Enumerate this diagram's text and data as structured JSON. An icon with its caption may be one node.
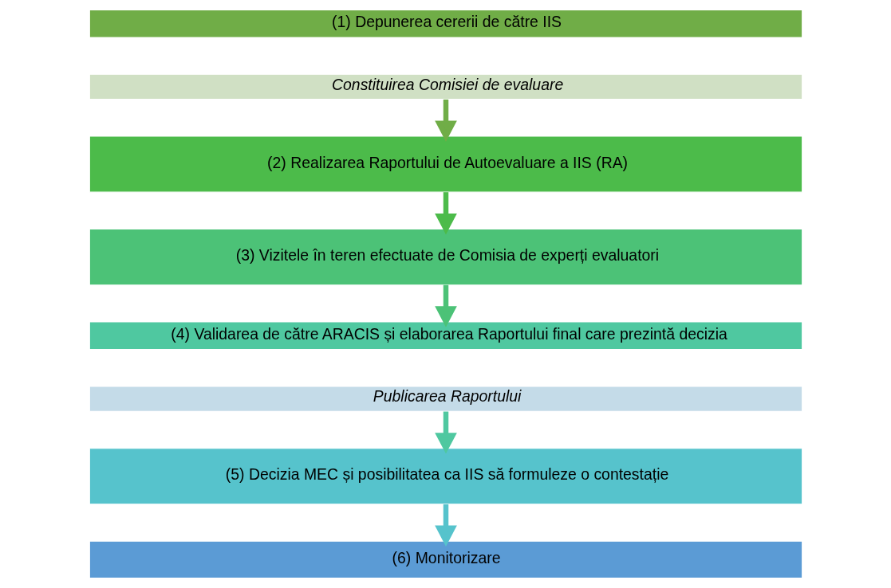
{
  "diagram": {
    "nodes": [
      {
        "text": [
          "(1) Depunerea cererii de către IIS"
        ]
      },
      {
        "text": [
          "Constituirea Comisiei de evaluare"
        ]
      },
      {
        "text": [
          "(2) Realizarea Raportului de Autoevaluare a IIS (RA)"
        ]
      },
      {
        "text": [
          "(3) Vizitele în teren efectuate de Comisia de experți evaluatori"
        ]
      },
      {
        "text": [
          "(4) Validarea de către ARACIS și elaborarea Raportului final care prezintă decizia"
        ]
      },
      {
        "text": [
          "Publicarea Raportului"
        ]
      },
      {
        "text": [
          "(5) Decizia MEC și posibilitatea ca IIS să formuleze o contestație"
        ]
      },
      {
        "text": [
          "(6) Monitorizare"
        ]
      }
    ],
    "edges": [
      {
        "from": 1,
        "to": 2,
        "arrow": "to",
        "color": "#70ad47"
      },
      {
        "from": 2,
        "to": 3,
        "arrow": "to",
        "color": "#4cbb4a"
      },
      {
        "from": 3,
        "to": 4,
        "arrow": "to",
        "color": "#4cc277"
      },
      {
        "from": 5,
        "to": 6,
        "arrow": "to",
        "color": "#4fc8a0"
      },
      {
        "from": 6,
        "to": 7,
        "arrow": "to",
        "color": "#56c3cc"
      }
    ]
  }
}
